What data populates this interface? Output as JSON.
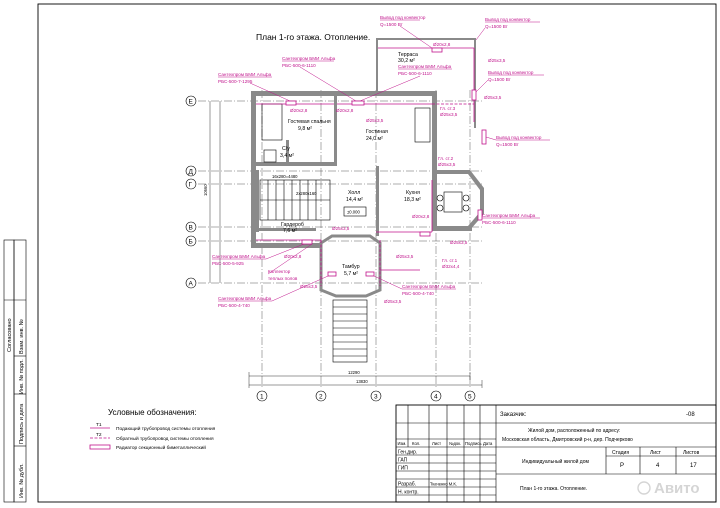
{
  "plan_title": "План 1-го этажа. Отопление.",
  "rooms": {
    "terrace": "Терраса",
    "terrace_area": "30,2 м²",
    "guest_bedroom": "Гостевая спальня",
    "guest_bedroom_area": "9,8 м²",
    "living": "Гостиная",
    "living_area": "24,0 м²",
    "bath": "С/у",
    "bath_area": "3,4 м²",
    "hall": "Холл",
    "hall_area": "14,4 м²",
    "kitchen": "Кухня",
    "kitchen_area": "18,3 м²",
    "wardrobe": "Гардероб",
    "wardrobe_area": "7,6 м²",
    "vestibule": "Тамбур",
    "vestibule_area": "5,7 м²"
  },
  "annotations": {
    "convector_outlet": "Вывод под конвектор",
    "q1500": "Q=1500 Вт",
    "santechprom_bmi": "Сантехпром БМИ Альфа",
    "rbs_1110": "РБС-500-6-1110",
    "rbs_1295": "РБС-500-7-1295",
    "rbs_925": "РБС-500-5-925",
    "rbs_740": "РБС-500-4-740",
    "pipe_20": "Ø20x2,8",
    "pipe_25": "Ø25x3,5",
    "pipe_32": "Ø32x4,4",
    "gl_st2": "Гл. ст.2",
    "gl_st3": "Гл. ст.3",
    "gl_st1": "Гл. ст.1",
    "collector": "Коллектор",
    "collector_sub": "теплых полов",
    "level_mark": "±0.000",
    "stair_label_1": "16x280=4480",
    "stair_label_2": "2x280x160"
  },
  "grid_rows": [
    "Е",
    "Д",
    "Г",
    "В",
    "Б",
    "А"
  ],
  "grid_cols": [
    "1",
    "2",
    "3",
    "4",
    "5"
  ],
  "dimensions": {
    "overall_width_1": "12290",
    "overall_width_2": "13830",
    "left_height": "10660"
  },
  "legend": {
    "title": "Условные обозначения:",
    "items": [
      {
        "code": "T1",
        "text": "Подающий трубопровод системы отопления"
      },
      {
        "code": "T2",
        "text": "Обратный трубопровод системы отопления"
      },
      {
        "code": "",
        "text": "Радиатор секционный биметаллический"
      }
    ]
  },
  "title_block": {
    "customer_label": "Заказчик:",
    "sheet_code": "-08",
    "address_1": "Жилой дом, расположенный по адресу:",
    "address_2": "Московская область, Дмитровский р-н, дер. Подчерково",
    "col_headers": [
      "Изм.",
      "Кол.",
      "Лист",
      "№док.",
      "Подпись",
      "Дата"
    ],
    "roles": [
      "Ген.дир.",
      "ГАП",
      "ГИП",
      "Разраб.",
      "Н. контр."
    ],
    "developer": "Ткаченко М.К.",
    "object_name": "Индивидуальный жилой дом",
    "stage_label": "Стадия",
    "sheet_label": "Лист",
    "sheets_label": "Листов",
    "stage": "Р",
    "sheet": "4",
    "sheets": "17",
    "drawing_name": "План 1-го этажа. Отопление."
  },
  "side_stamp": [
    "Согласовано",
    "Инв. № подл.",
    "Подпись и дата",
    "Взам. инв. №",
    "Инв. № дубл."
  ],
  "watermark": "Авито"
}
